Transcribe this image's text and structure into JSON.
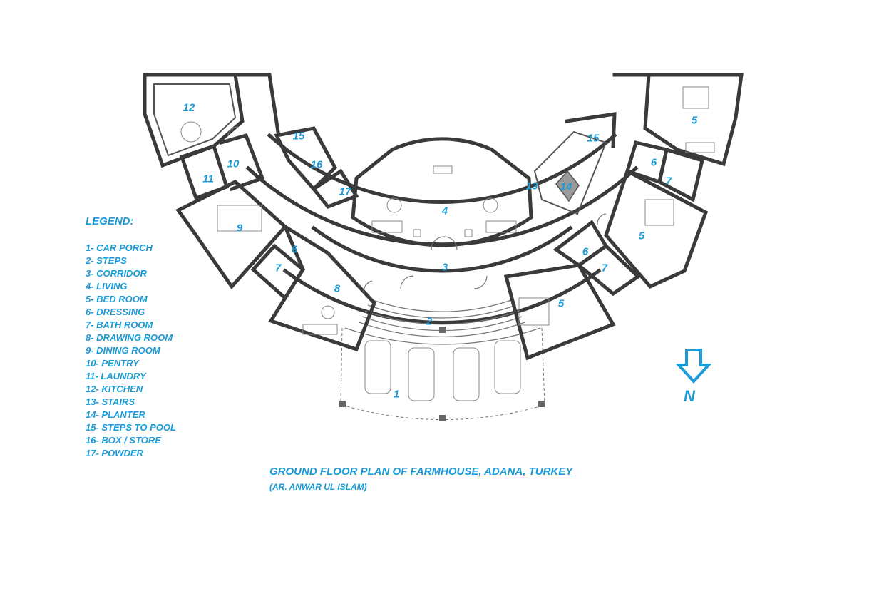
{
  "rooms": [
    {
      "id": "1",
      "label": "1"
    },
    {
      "id": "2",
      "label": "2"
    },
    {
      "id": "3",
      "label": "3"
    },
    {
      "id": "4",
      "label": "4"
    },
    {
      "id": "5a",
      "label": "5"
    },
    {
      "id": "5b",
      "label": "5"
    },
    {
      "id": "5c",
      "label": "5"
    },
    {
      "id": "6a",
      "label": "6"
    },
    {
      "id": "6b",
      "label": "6"
    },
    {
      "id": "6c",
      "label": "6"
    },
    {
      "id": "7a",
      "label": "7"
    },
    {
      "id": "7b",
      "label": "7"
    },
    {
      "id": "7c",
      "label": "7"
    },
    {
      "id": "8",
      "label": "8"
    },
    {
      "id": "9",
      "label": "9"
    },
    {
      "id": "10",
      "label": "10"
    },
    {
      "id": "11",
      "label": "11"
    },
    {
      "id": "12",
      "label": "12"
    },
    {
      "id": "13",
      "label": "13"
    },
    {
      "id": "14",
      "label": "14"
    },
    {
      "id": "15a",
      "label": "15"
    },
    {
      "id": "15b",
      "label": "15"
    },
    {
      "id": "16",
      "label": "16"
    },
    {
      "id": "17",
      "label": "17"
    }
  ],
  "legend": {
    "title": "LEGEND:",
    "items": [
      "1- CAR PORCH",
      "2- STEPS",
      "3- CORRIDOR",
      "4- LIVING",
      "5- BED ROOM",
      "6- DRESSING",
      "7- BATH ROOM",
      "8- DRAWING ROOM",
      "9- DINING ROOM",
      "10- PENTRY",
      "11- LAUNDRY",
      "12- KITCHEN",
      "13- STAIRS",
      "14- PLANTER",
      "15- STEPS TO POOL",
      "16- BOX / STORE",
      "17- POWDER"
    ]
  },
  "title": "GROUND FLOOR PLAN OF FARMHOUSE, ADANA, TURKEY",
  "subtitle": "(AR. ANWAR UL ISLAM)",
  "north": {
    "label": "N",
    "icon": "north-arrow-icon"
  },
  "colors": {
    "accent": "#1a9ad6",
    "wall": "#3a3a3a",
    "planter": "#9a9a9a"
  }
}
